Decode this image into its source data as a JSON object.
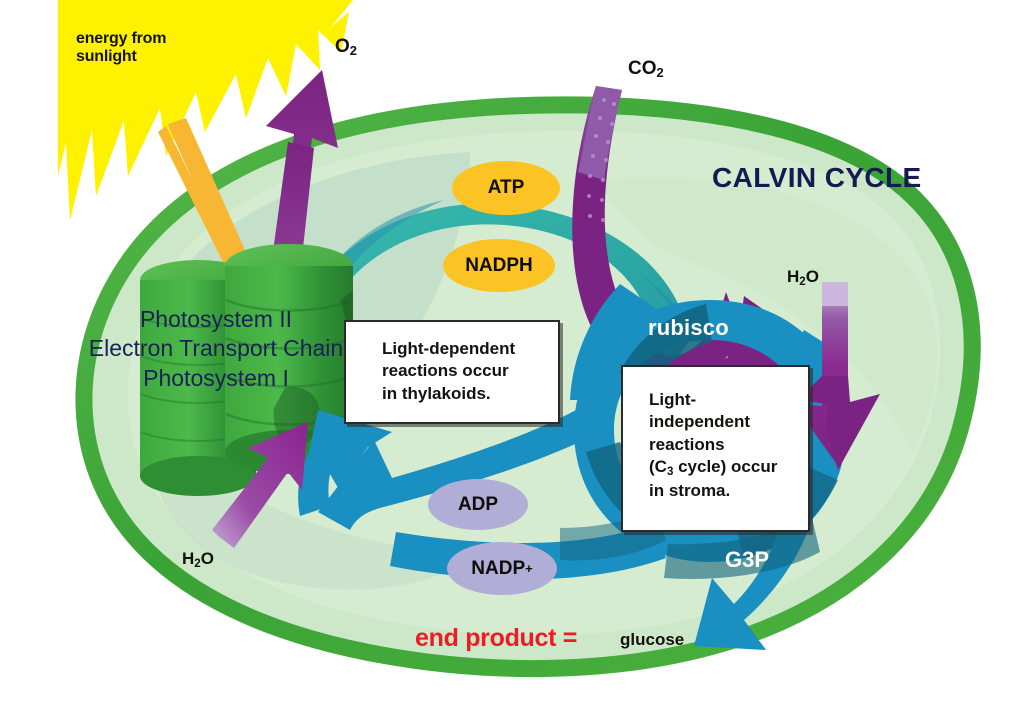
{
  "diagram": {
    "title": "Photosynthesis overview in a chloroplast",
    "colors": {
      "sun_yellow": "#fff200",
      "light_arrow_orange": "#f7b733",
      "membrane_green": "#45ac3c",
      "stroma_green": "#cde8c8",
      "granum_green": "#37a23a",
      "oxygen_purple": "#7b2382",
      "co2_purple": "#7b2382",
      "atp_yellow": "#fcc324",
      "adp_purple": "#b0aed6",
      "teal_arrow": "#2fb2a6",
      "blue_arrow": "#1a8fc1",
      "dark_blue_arrow": "#12647f",
      "calvin_navy": "#151a52",
      "end_product_red": "#ec1c24"
    }
  },
  "labels": {
    "sunlight": "energy from\nsunlight",
    "oxygen": "O",
    "oxygen_sub": "2",
    "carbon_dioxide": "CO",
    "carbon_dioxide_sub": "2",
    "calvin_cycle": "CALVIN CYCLE",
    "water_right": "H",
    "water_right_sub": "2",
    "water_right_tail": "O",
    "water_left": "H",
    "water_left_sub": "2",
    "water_left_tail": "O",
    "rubisco": "rubisco",
    "g3p": "G3P",
    "photosystem_2": "Photosystem II",
    "electron_transport_chain": "Electron Transport Chain",
    "photosystem_1": "Photosystem I",
    "end_product": "end product =",
    "glucose": "glucose",
    "atp": "ATP",
    "nadph": "NADPH",
    "adp": "ADP",
    "nadp_plus": "NADP",
    "nadp_plus_sup": "+"
  },
  "callouts": {
    "light_dependent": {
      "line1": "Light-dependent",
      "line2": "reactions occur",
      "line3": "in thylakoids."
    },
    "light_independent": {
      "line1": "Light-",
      "line2": "independent",
      "line3": "reactions",
      "line4_pre": "(C",
      "line4_sub": "3",
      "line4_post": " cycle) occur",
      "line5": "in stroma."
    }
  },
  "icons": {
    "sun": "sun-burst-icon",
    "light_arrow": "light-energy-arrow-icon",
    "oxygen_arrow": "oxygen-output-arrow-icon",
    "co2_arrow": "carbon-dioxide-input-arrow-icon",
    "water_arrow_right": "water-output-arrow-icon",
    "water_arrow_left": "water-input-arrow-icon",
    "granum": "thylakoid-granum-stack-icon",
    "chloroplast": "chloroplast-outline-icon",
    "atp_transfer_arrow": "atp-nadph-transfer-arrow-icon",
    "adp_return_arrow": "adp-nadp-return-arrow-icon",
    "calvin_ring": "calvin-cycle-ring-arrow-icon",
    "g3p_arrow": "g3p-output-arrow-icon"
  }
}
